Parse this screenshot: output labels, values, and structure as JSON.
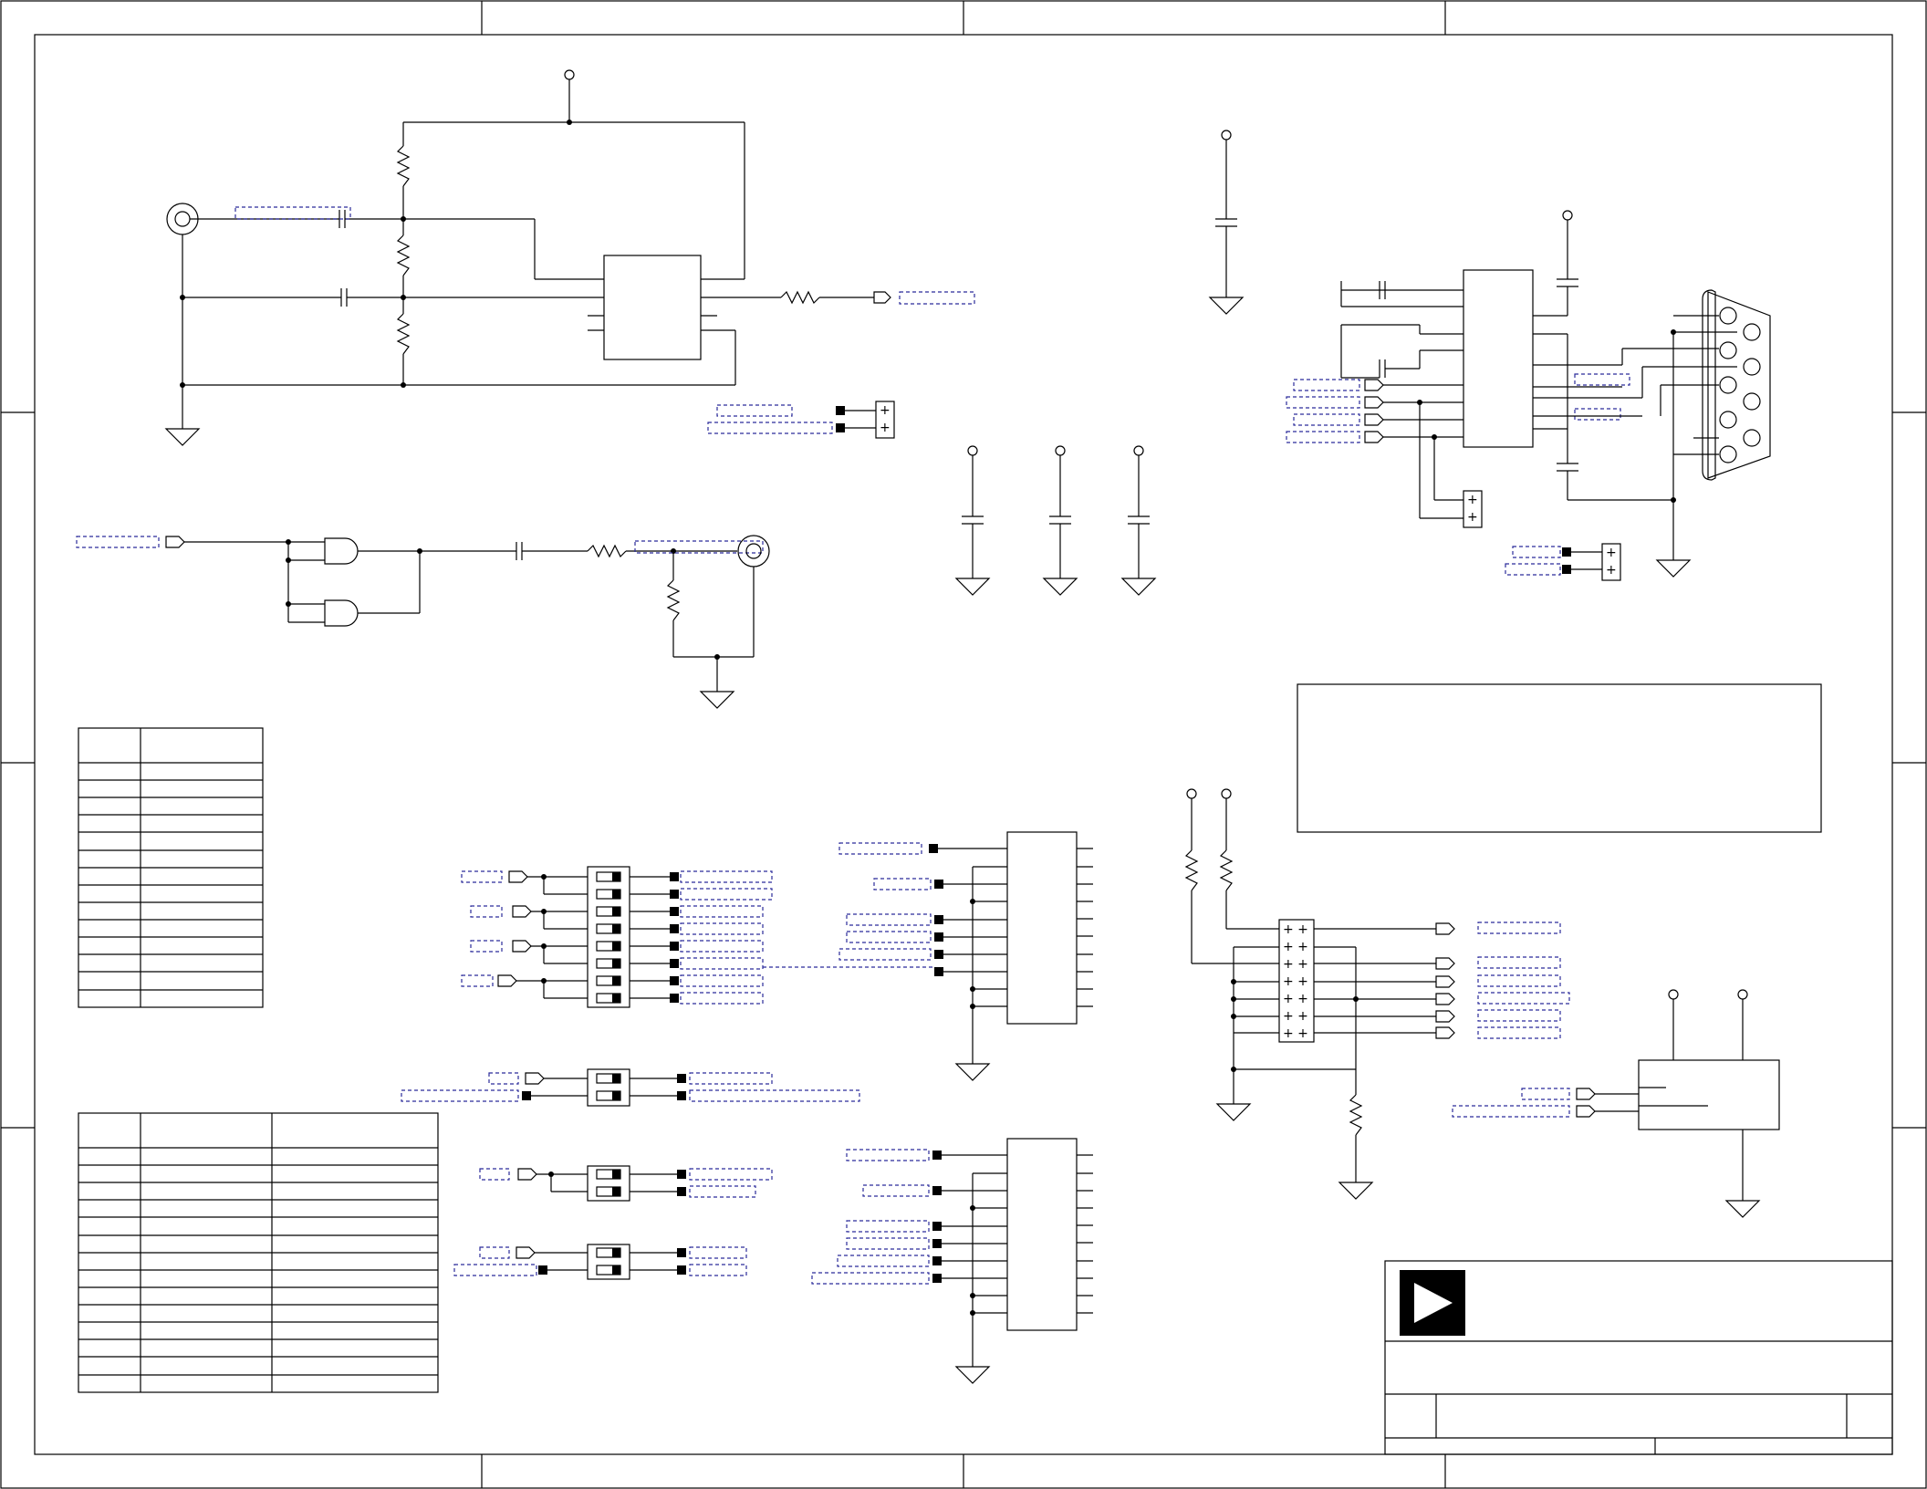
{
  "drawing": {
    "page_text": ""
  },
  "colors": {
    "ink": "#000000",
    "net_label": "#2b2b9a",
    "background": "#ffffff"
  },
  "logo": {
    "icon": "play-triangle-logo-icon"
  },
  "tables": {
    "left_top": {
      "rows": 14,
      "columns": 2
    },
    "left_bottom": {
      "rows": 14,
      "columns": 3
    }
  }
}
